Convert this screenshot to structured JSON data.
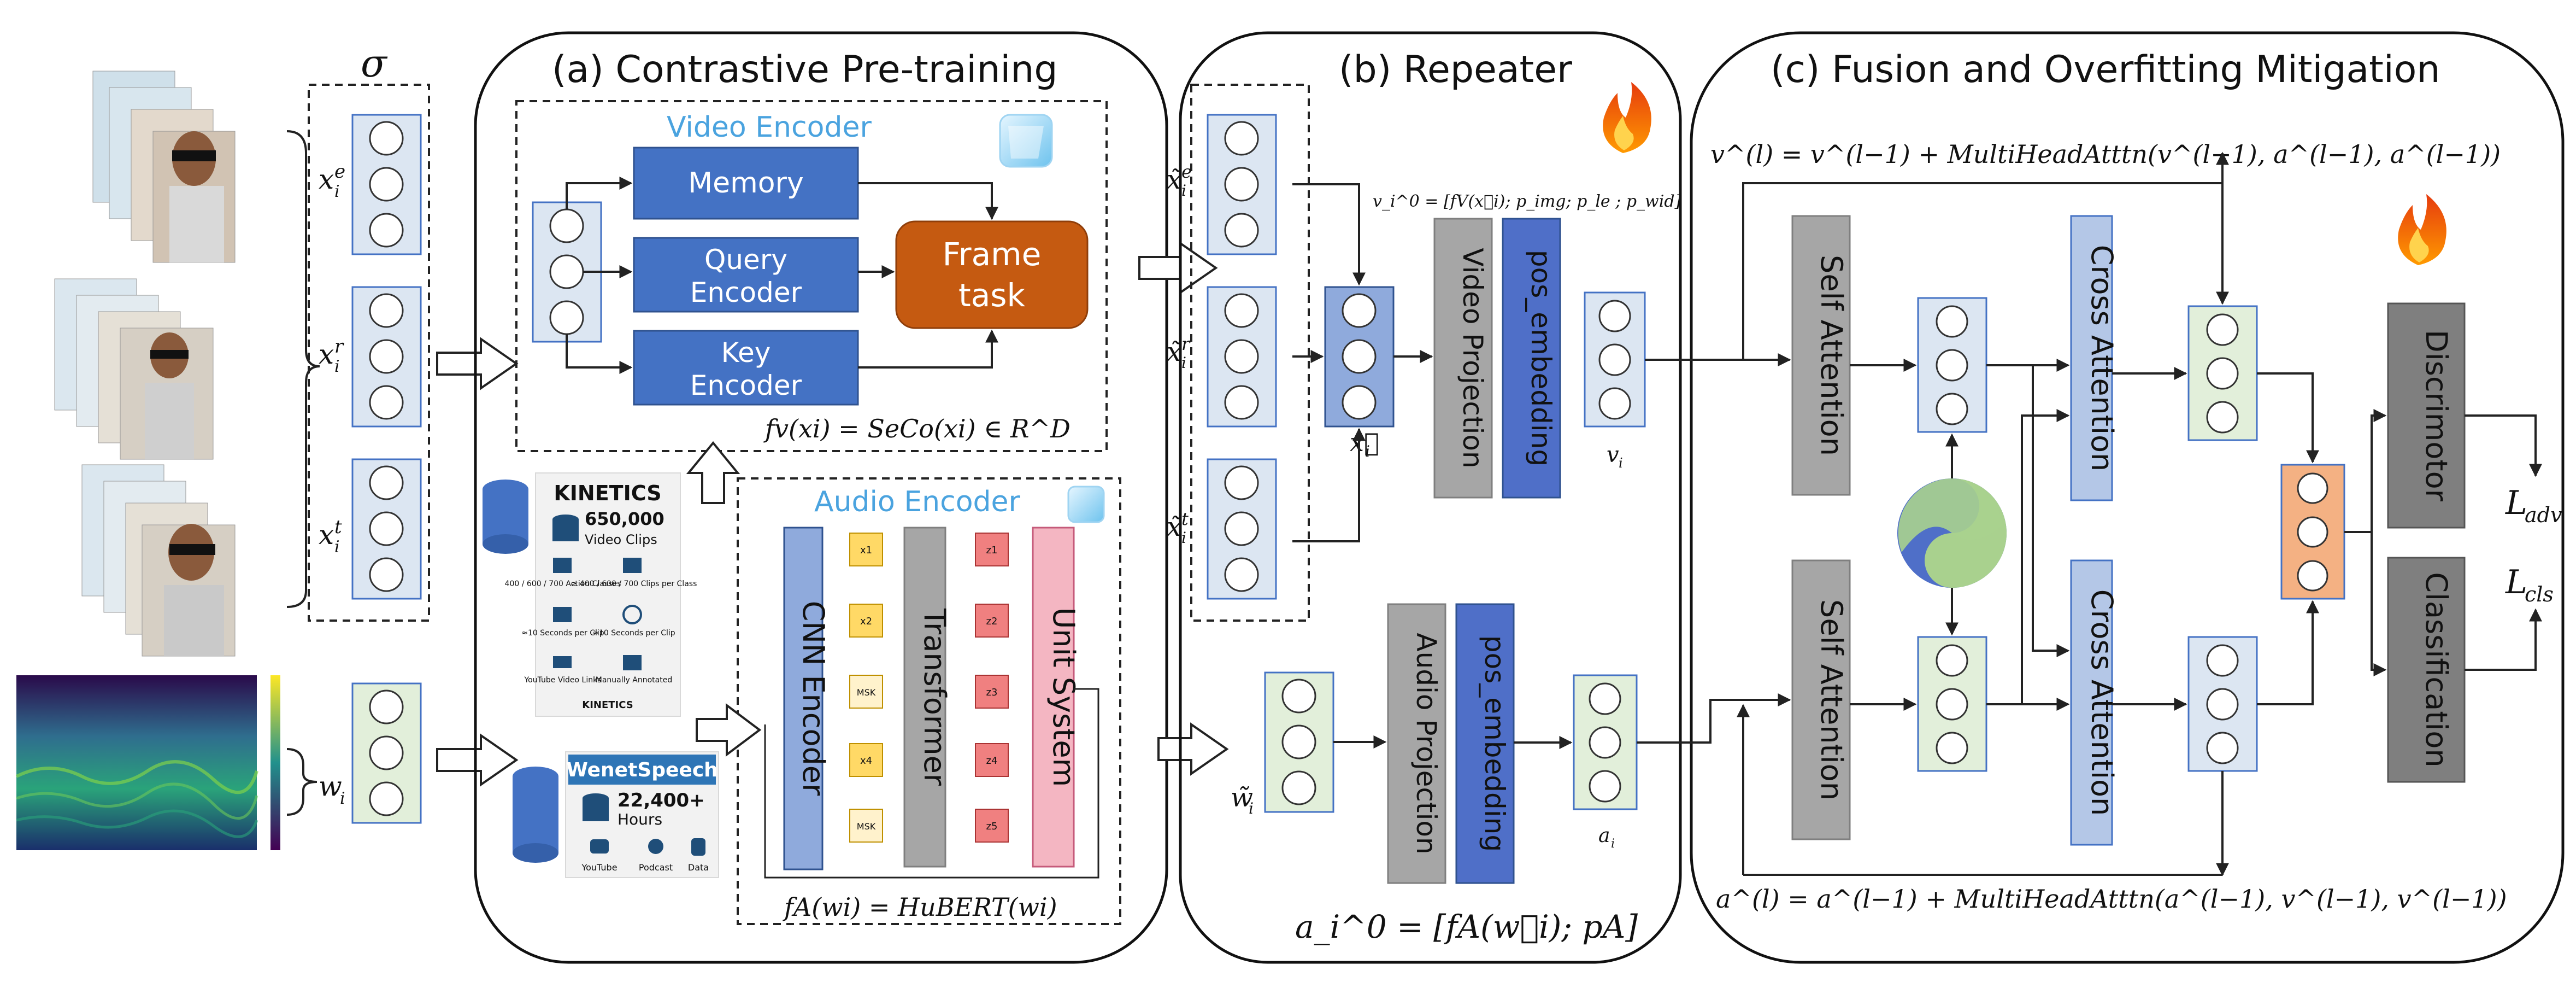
{
  "inputs": {
    "sigma": "σ",
    "x_e": "x",
    "x_e_sup": "e",
    "x_r": "x",
    "x_r_sup": "r",
    "x_t": "x",
    "x_t_sup": "t",
    "sub_i": "i",
    "w_i": "w"
  },
  "panel_a": {
    "title": "(a) Contrastive Pre-training",
    "video_encoder": {
      "title": "Video Encoder",
      "memory": "Memory",
      "query_1": "Query",
      "query_2": "Encoder",
      "key_1": "Key",
      "key_2": "Encoder",
      "frame_1": "Frame",
      "frame_2": "task",
      "formula": "fv(xi) = SeCo(xi) ∈ R^D"
    },
    "audio_encoder": {
      "title": "Audio Encoder",
      "cnn": "CNN Encoder",
      "transformer": "Transformer",
      "unit_system": "Unit System",
      "x_tokens": [
        "x1",
        "x2",
        "MSK",
        "x4",
        "MSK"
      ],
      "z_tokens": [
        "z1",
        "z2",
        "z3",
        "z4",
        "z5"
      ],
      "formula": "fA(wi) = HuBERT(wi)"
    },
    "kinetics": {
      "title": "KINETICS",
      "count": "650,000",
      "count_label": "Video Clips",
      "stats": [
        "400 / 600 / 700 Action Classes",
        "≥ 400 / 600 / 700 Clips per Class",
        "≈10 Seconds per Clip",
        "≈10 Seconds per Clip",
        "YouTube Video Links",
        "Manually Annotated"
      ],
      "footer": "KINETICS"
    },
    "wenet": {
      "title": "WenetSpeech",
      "count": "22,400+",
      "count_label": "Hours",
      "sources": [
        "YouTube",
        "Podcast",
        "Data"
      ]
    }
  },
  "panel_b": {
    "title": "(b) Repeater",
    "tilde_x_e": "x̃",
    "tilde_x_r": "x̃",
    "tilde_x_t": "x̃",
    "vec_x": "x⃗",
    "v_formula": "v_i^0 = [fV(x⃗i); p_img; p_le ; p_wid]",
    "video_projection": "Video Projection",
    "pos_embedding": "pos_embedding",
    "v_i": "v",
    "tilde_w": "w̃",
    "audio_projection": "Audio Projection",
    "a_i": "a",
    "a_formula": "a_i^0 = [fA(w⃗i); pA]"
  },
  "panel_c": {
    "title": "(c) Fusion and Overfitting Mitigation",
    "v_formula": "v^(l) = v^(l−1) + MultiHeadAtttn(v^(l−1), a^(l−1), a^(l−1))",
    "a_formula": "a^(l) = a^(l−1) + MultiHeadAtttn(a^(l−1), v^(l−1), v^(l−1))",
    "self_attention": "Self Attention",
    "cross_attention": "Cross Attention",
    "discriminator": "Discrimotor",
    "classification": "Classification",
    "l_adv": "L",
    "l_adv_sub": "adv",
    "l_cls": "L",
    "l_cls_sub": "cls"
  },
  "colors": {
    "blue_block": "#4472c4",
    "orange_block": "#c55a11",
    "gray_block": "#a6a6a6",
    "light_blue_box": "#dce6f2",
    "light_green_box": "#e2efda",
    "pink_block": "#f4b6c2",
    "yellow_token": "#ffd966",
    "orange_fuse": "#f4b183",
    "dark_gray": "#7f7f7f"
  }
}
